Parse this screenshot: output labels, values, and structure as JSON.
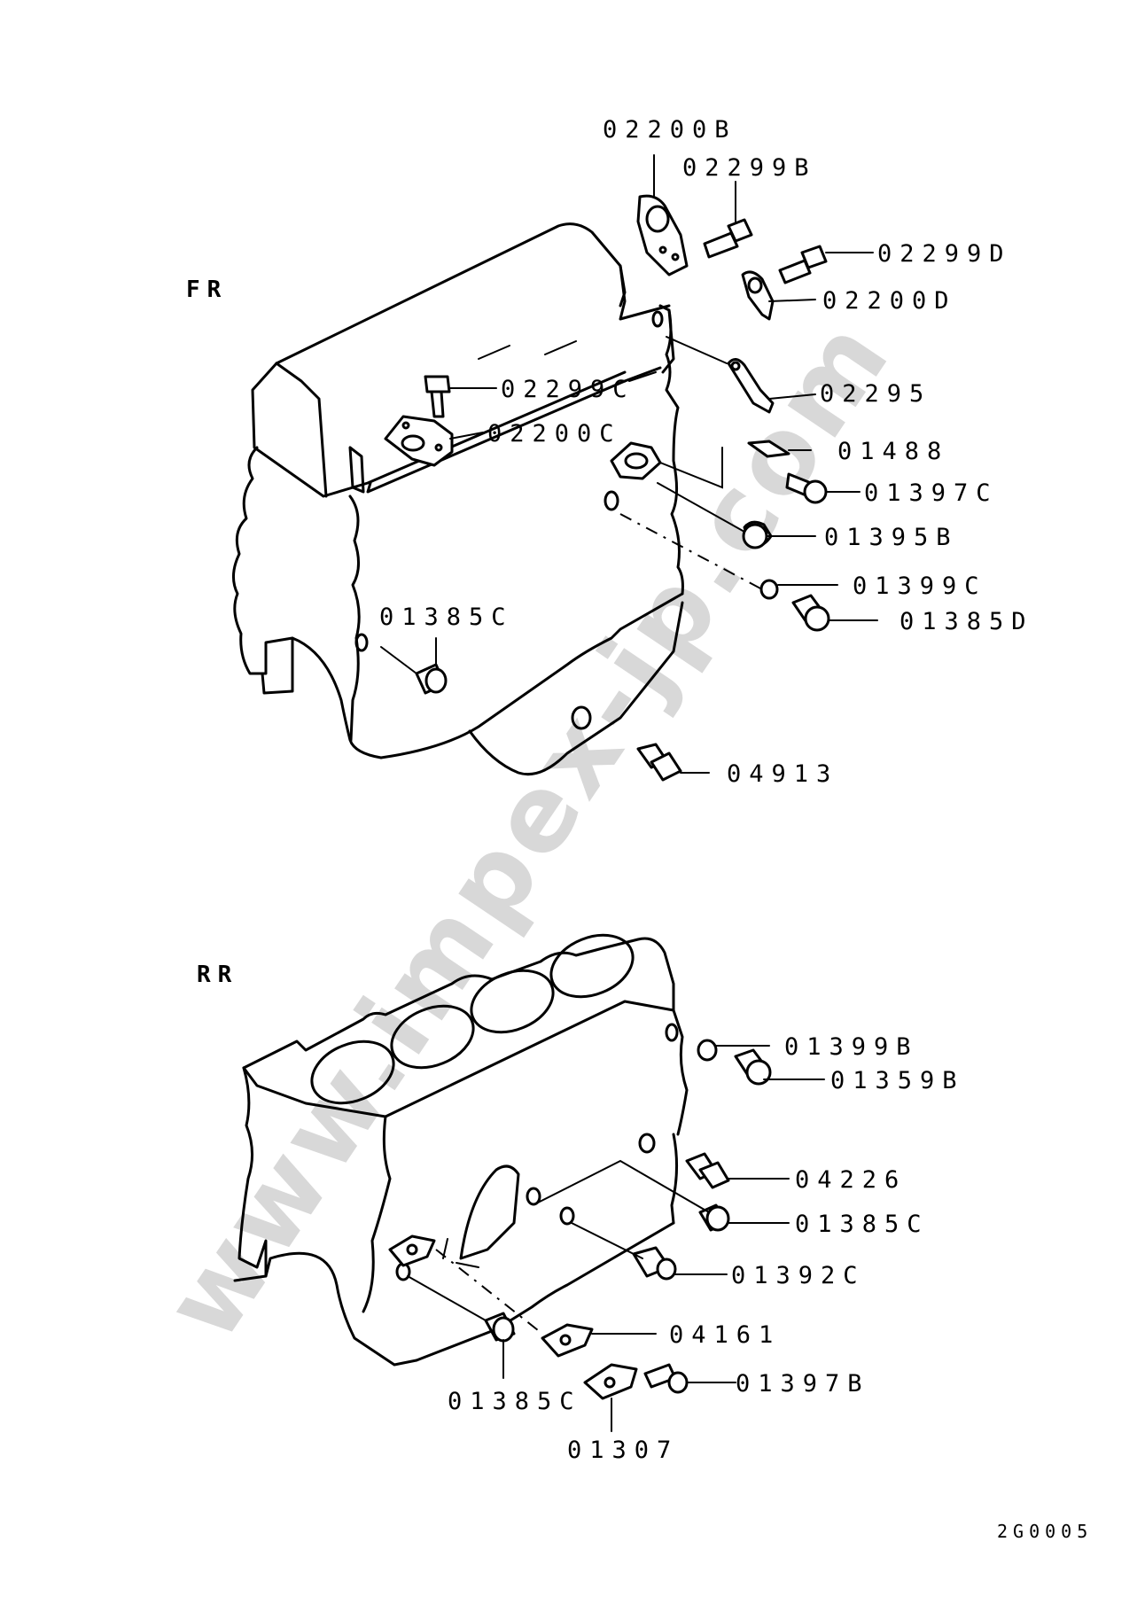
{
  "views": {
    "front": "FR",
    "rear": "RR"
  },
  "watermark": "www.impex-jp.com",
  "reference": "2G0005",
  "parts_front": {
    "p02200B": "02200B",
    "p02299B": "02299B",
    "p02299D": "02299D",
    "p02200D": "02200D",
    "p02295": "02295",
    "p02299C": "02299C",
    "p02200C": "02200C",
    "p01488": "01488",
    "p01397C": "01397C",
    "p01395B": "01395B",
    "p01399C": "01399C",
    "p01385D": "01385D",
    "p01385C": "01385C",
    "p04913": "04913"
  },
  "parts_rear": {
    "p01399B": "01399B",
    "p01359B": "01359B",
    "p04226": "04226",
    "p01385C_a": "01385C",
    "p01392C": "01392C",
    "p04161": "04161",
    "p01397B": "01397B",
    "p01385C_b": "01385C",
    "p01307": "01307"
  }
}
